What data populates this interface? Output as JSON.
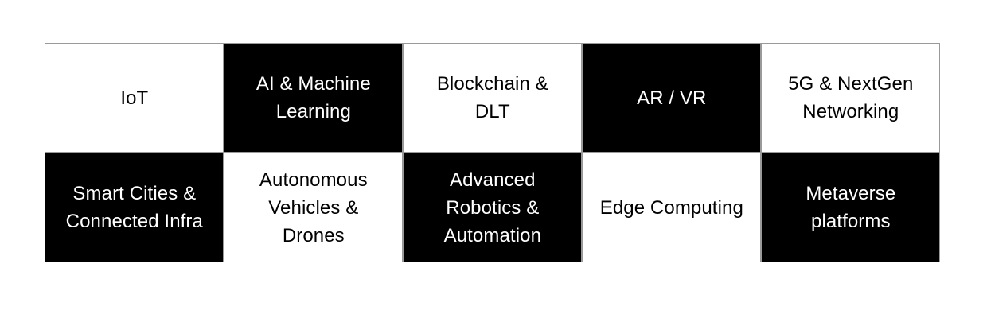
{
  "page": {
    "background_color": "#ffffff",
    "title": "Technology Domains Checkerboard Grid"
  },
  "grid": {
    "columns": 5,
    "rows": 2,
    "border_color": "#9a9a9a",
    "dark_cell_color": "#000000",
    "light_cell_color": "#ffffff",
    "dark_text_color": "#ffffff",
    "light_text_color": "#000000",
    "cells": [
      {
        "label": "IoT",
        "style": "light",
        "row": 1,
        "col": 1
      },
      {
        "label": "AI & Machine\nLearning",
        "style": "dark",
        "row": 1,
        "col": 2
      },
      {
        "label": "Blockchain &\nDLT",
        "style": "light",
        "row": 1,
        "col": 3
      },
      {
        "label": "AR / VR",
        "style": "dark",
        "row": 1,
        "col": 4
      },
      {
        "label": "5G & NextGen\nNetworking",
        "style": "light",
        "row": 1,
        "col": 5
      },
      {
        "label": "Smart Cities &\nConnected Infra",
        "style": "dark",
        "row": 2,
        "col": 1
      },
      {
        "label": "Autonomous\nVehicles &\nDrones",
        "style": "light",
        "row": 2,
        "col": 2
      },
      {
        "label": "Advanced\nRobotics &\nAutomation",
        "style": "dark",
        "row": 2,
        "col": 3
      },
      {
        "label": "Edge Computing",
        "style": "light",
        "row": 2,
        "col": 4
      },
      {
        "label": "Metaverse\nplatforms",
        "style": "dark",
        "row": 2,
        "col": 5
      }
    ]
  }
}
